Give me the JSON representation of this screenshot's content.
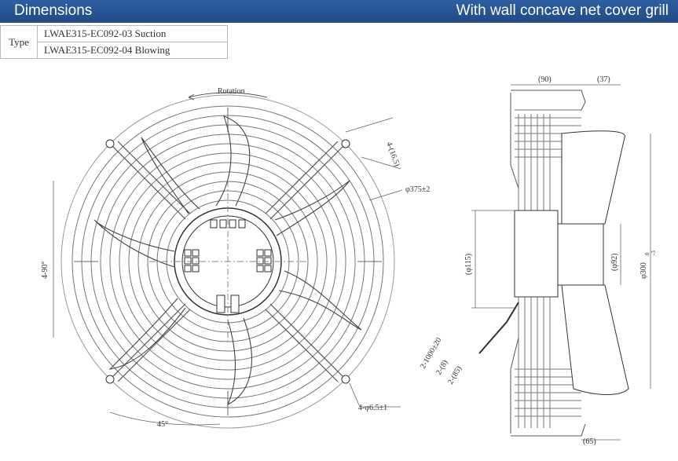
{
  "header": {
    "title": "Dimensions",
    "subtitle": "With wall concave net cover grill"
  },
  "type_table": {
    "label": "Type",
    "models": [
      "LWAE315-EC092-03 Suction",
      "LWAE315-EC092-04 Blowing"
    ]
  },
  "front_view": {
    "rotation_label": "Rotation",
    "dims": {
      "slot": "4-(16.5)",
      "diameter": "φ375±2",
      "angle_90": "4-90°",
      "holes": "4-φ6.5±1",
      "angle_45": "45°"
    }
  },
  "side_view": {
    "dims": {
      "top_left": "(90)",
      "top_right": "(37)",
      "hub_left": "(φ115)",
      "hub_right": "(φ92)",
      "diameter": "φ300",
      "diameter_tol_upper": "0",
      "diameter_tol_lower": "-3",
      "cable_1": "2-1000±20",
      "cable_2": "2-(8)",
      "cable_3": "2-(85)",
      "bottom": "(65)"
    }
  },
  "colors": {
    "header_bg": "#2a5898",
    "line": "#444444"
  }
}
